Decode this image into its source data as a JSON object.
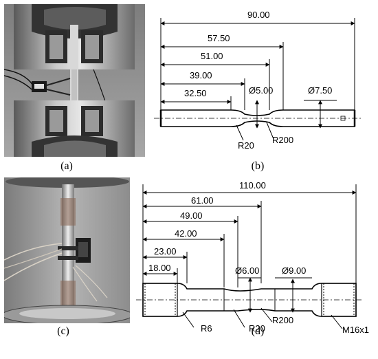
{
  "figure": {
    "panels": [
      {
        "id": "a",
        "label": "(a)",
        "kind": "photo",
        "subject": "tensile-test-grips-with-extensometer"
      },
      {
        "id": "b",
        "label": "(b)",
        "kind": "drawing"
      },
      {
        "id": "c",
        "label": "(c)",
        "kind": "photo",
        "subject": "fatigue-test-specimen-with-thermocouples"
      },
      {
        "id": "d",
        "label": "(d)",
        "kind": "drawing"
      }
    ]
  },
  "drawing_b": {
    "dim_total": "90.00",
    "dim_1": "57.50",
    "dim_2": "51.00",
    "dim_3": "39.00",
    "dim_4": "32.50",
    "dia_neck": "Ø5.00",
    "dia_shank": "Ø7.50",
    "radius_1": "R20",
    "radius_2": "R200"
  },
  "drawing_d": {
    "dim_total": "110.00",
    "dim_1": "61.00",
    "dim_2": "49.00",
    "dim_3": "42.00",
    "dim_4": "23.00",
    "dim_5": "18.00",
    "dia_neck": "Ø6.00",
    "dia_shank": "Ø9.00",
    "radius_1": "R6",
    "radius_2": "R20",
    "radius_3": "R200",
    "thread": "M16x1"
  },
  "colors": {
    "line": "#000000",
    "photo_bg_a": "#8a8a8a",
    "photo_bg_c": "#9c9c9c"
  }
}
